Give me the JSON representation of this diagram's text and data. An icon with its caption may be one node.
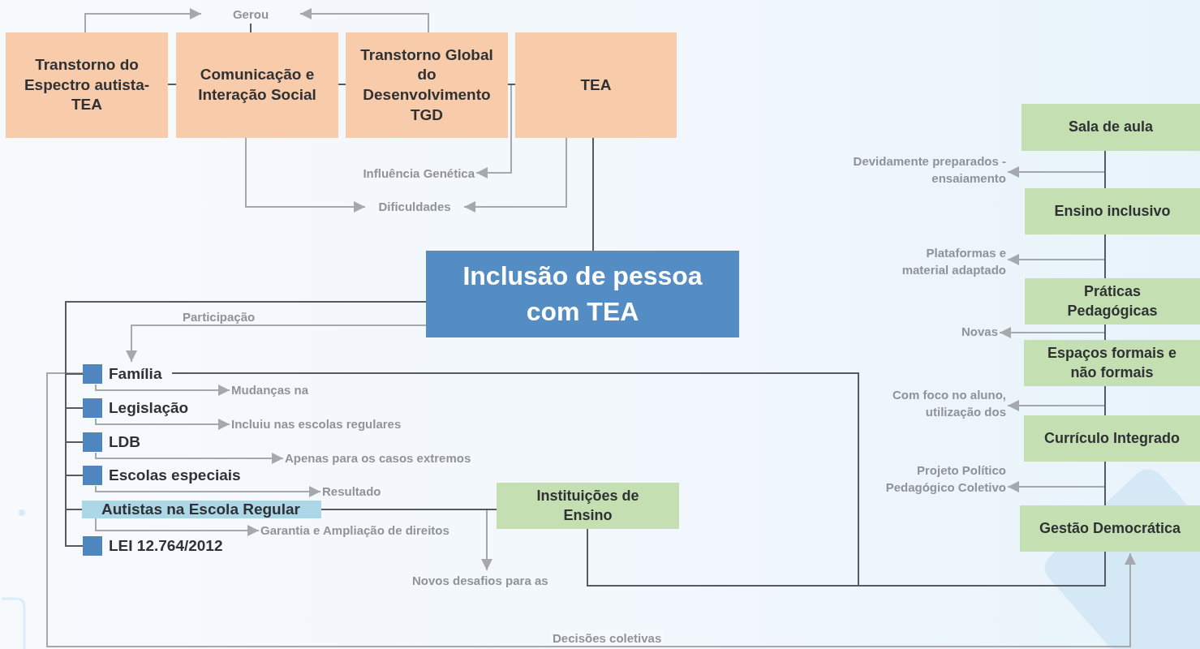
{
  "diagram": {
    "nodes": [
      {
        "text": [
          "Transtorno do Espectro autista-TEA"
        ]
      },
      {
        "text": [
          "Comunicação e Interação Social"
        ]
      },
      {
        "text": [
          "Transtorno Global do Desenvolvimento TGD"
        ]
      },
      {
        "text": [
          "TEA"
        ]
      },
      {
        "text": [
          "Gerou"
        ]
      },
      {
        "text": [
          "Influência Genética"
        ]
      },
      {
        "text": [
          "Dificuldades"
        ]
      },
      {
        "text": [
          "Inclusão de pessoa com TEA"
        ]
      },
      {
        "text": [
          "Família"
        ]
      },
      {
        "text": [
          "Legislação"
        ]
      },
      {
        "text": [
          "LDB"
        ]
      },
      {
        "text": [
          "Escolas especiais"
        ]
      },
      {
        "text": [
          "Autistas na Escola Regular"
        ]
      },
      {
        "text": [
          "LEI 12.764/2012"
        ]
      },
      {
        "text": [
          "Mudanças na"
        ]
      },
      {
        "text": [
          "Incluiu nas escolas regulares"
        ]
      },
      {
        "text": [
          "Apenas para os casos extremos"
        ]
      },
      {
        "text": [
          "Resultado"
        ]
      },
      {
        "text": [
          "Garantia e Ampliação de direitos"
        ]
      },
      {
        "text": [
          "Novos desafios para as"
        ]
      },
      {
        "text": [
          "Instituições de Ensino"
        ]
      },
      {
        "text": [
          "Sala de aula"
        ]
      },
      {
        "text": [
          "Ensino inclusivo"
        ]
      },
      {
        "text": [
          "Práticas Pedagógicas"
        ]
      },
      {
        "text": [
          "Espaços formais e não formais"
        ]
      },
      {
        "text": [
          "Currículo Integrado"
        ]
      },
      {
        "text": [
          "Gestão Democrática"
        ]
      },
      {
        "text": [
          "Devidamente preparados - ensaiamento"
        ]
      },
      {
        "text": [
          "Plataformas e material adaptado"
        ]
      },
      {
        "text": [
          "Novas"
        ]
      },
      {
        "text": [
          "Com foco no aluno, utilização dos"
        ]
      },
      {
        "text": [
          "Projeto Político Pedagógico Coletivo"
        ]
      }
    ],
    "edges": [
      {
        "from": 0,
        "to": 4,
        "arrow": "to",
        "color": "#a6a9ac"
      },
      {
        "from": 2,
        "to": 4,
        "arrow": "to",
        "color": "#a6a9ac"
      },
      {
        "from": 4,
        "to": 1,
        "arrow": "none"
      },
      {
        "from": 0,
        "to": 1,
        "arrow": "none"
      },
      {
        "from": 1,
        "to": 2,
        "arrow": "none"
      },
      {
        "from": 2,
        "to": 3,
        "arrow": "none"
      },
      {
        "from": 2,
        "to": 5,
        "arrow": "to",
        "color": "#a6a9ac"
      },
      {
        "from": 1,
        "to": 6,
        "arrow": "to",
        "color": "#a6a9ac"
      },
      {
        "from": 3,
        "to": 6,
        "arrow": "to",
        "color": "#a6a9ac"
      },
      {
        "from": 3,
        "to": 7,
        "arrow": "none"
      },
      {
        "from": 7,
        "to": 8,
        "arrow": "none"
      },
      {
        "from": 7,
        "to": 9,
        "arrow": "none"
      },
      {
        "from": 7,
        "to": 10,
        "arrow": "none"
      },
      {
        "from": 7,
        "to": 11,
        "arrow": "none"
      },
      {
        "from": 7,
        "to": 12,
        "arrow": "none"
      },
      {
        "from": 7,
        "to": 13,
        "arrow": "none"
      },
      {
        "from": 7,
        "to": 8,
        "arrow": "to",
        "label": "Participação",
        "color": "#a6a9ac"
      },
      {
        "from": 8,
        "to": 14,
        "arrow": "to",
        "color": "#a6a9ac"
      },
      {
        "from": 9,
        "to": 15,
        "arrow": "to",
        "color": "#a6a9ac"
      },
      {
        "from": 10,
        "to": 16,
        "arrow": "to",
        "color": "#a6a9ac"
      },
      {
        "from": 11,
        "to": 17,
        "arrow": "to",
        "color": "#a6a9ac"
      },
      {
        "from": 12,
        "to": 18,
        "arrow": "to",
        "color": "#a6a9ac"
      },
      {
        "from": 12,
        "to": 20,
        "arrow": "none"
      },
      {
        "from": 20,
        "to": 19,
        "arrow": "to",
        "color": "#a6a9ac"
      },
      {
        "from": 8,
        "to": 26,
        "arrow": "none"
      },
      {
        "from": 20,
        "to": 26,
        "arrow": "none"
      },
      {
        "from": 21,
        "to": 22,
        "arrow": "none"
      },
      {
        "from": 22,
        "to": 23,
        "arrow": "none"
      },
      {
        "from": 23,
        "to": 24,
        "arrow": "none"
      },
      {
        "from": 24,
        "to": 25,
        "arrow": "none"
      },
      {
        "from": 25,
        "to": 26,
        "arrow": "none"
      },
      {
        "from": 21,
        "to": 27,
        "arrow": "to",
        "color": "#a6a9ac"
      },
      {
        "from": 22,
        "to": 28,
        "arrow": "to",
        "color": "#a6a9ac"
      },
      {
        "from": 23,
        "to": 29,
        "arrow": "to",
        "color": "#a6a9ac"
      },
      {
        "from": 24,
        "to": 30,
        "arrow": "to",
        "color": "#a6a9ac"
      },
      {
        "from": 25,
        "to": 31,
        "arrow": "to",
        "color": "#a6a9ac"
      },
      {
        "from": 8,
        "to": 26,
        "arrow": "to",
        "label": "Decisões coletivas",
        "color": "#a6a9ac"
      }
    ]
  }
}
